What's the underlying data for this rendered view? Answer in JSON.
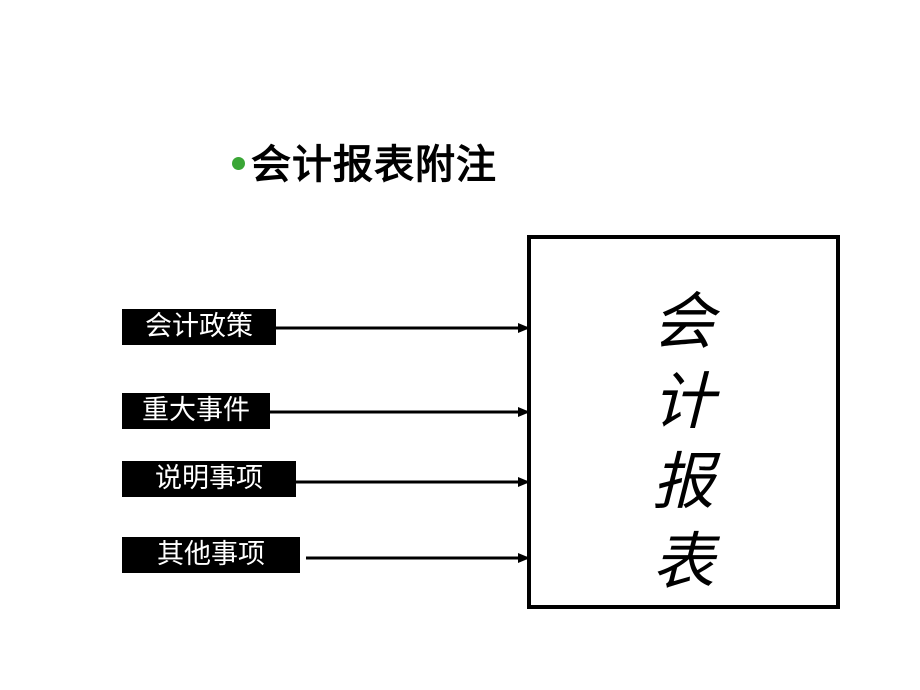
{
  "title": "会计报表附注",
  "colors": {
    "bullet": "#3aa636",
    "label_bg": "#000000",
    "label_text": "#ffffff"
  },
  "items": [
    {
      "label": "会计政策"
    },
    {
      "label": "重大事件"
    },
    {
      "label": "说明事项"
    },
    {
      "label": "其他事项"
    }
  ],
  "report": {
    "chars": [
      "会",
      "计",
      "报",
      "表"
    ]
  }
}
